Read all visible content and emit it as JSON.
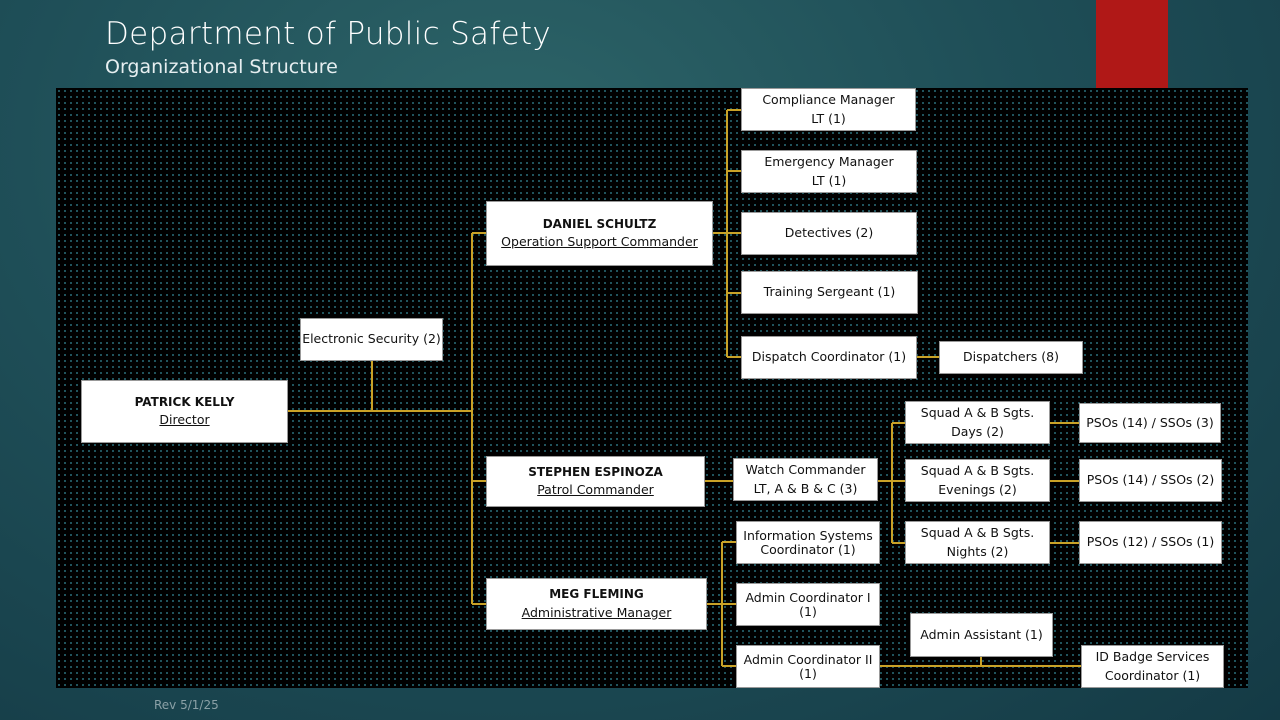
{
  "header": {
    "title": "Department of Public Safety",
    "subtitle": "Organizational Structure"
  },
  "footer": {
    "revision": "Rev 5/1/25"
  },
  "colors": {
    "connector": "#c9a227",
    "accent": "#b01817"
  },
  "org": {
    "director": {
      "name": "PATRICK KELLY",
      "role": "Director"
    },
    "electronic_security": "Electronic Security  (2)",
    "ops": {
      "name": "DANIEL SCHULTZ",
      "role": "Operation Support Commander",
      "compliance": [
        "Compliance Manager",
        "LT  (1)"
      ],
      "emergency": [
        "Emergency  Manager",
        "LT  (1)"
      ],
      "detectives": "Detectives  (2)",
      "training": "Training Sergeant  (1)",
      "dispatch": "Dispatch Coordinator (1)",
      "dispatchers": "Dispatchers  (8)"
    },
    "patrol": {
      "name": "STEPHEN ESPINOZA",
      "role": "Patrol Commander",
      "watch": [
        "Watch Commander",
        "LT, A & B & C (3)"
      ],
      "days": [
        "Squad  A & B Sgts.",
        "Days  (2)"
      ],
      "evenings": [
        "Squad  A & B Sgts.",
        "Evenings (2)"
      ],
      "nights": [
        "Squad  A & B Sgts.",
        "Nights (2)"
      ],
      "pso_days": "PSOs  (14)  /  SSOs  (3)",
      "pso_evenings": "PSOs  (14)  /  SSOs  (2)",
      "pso_nights": "PSOs  (12)  /  SSOs  (1)"
    },
    "admin": {
      "name": "MEG FLEMING",
      "role": "Administrative Manager",
      "infosys": [
        "Information Systems",
        "Coordinator (1)"
      ],
      "admin1": [
        "Admin Coordinator I",
        "(1)"
      ],
      "admin2": [
        "Admin Coordinator II",
        "(1)"
      ],
      "assistant": "Admin Assistant  (1)",
      "badge": [
        "ID Badge Services",
        "Coordinator (1)"
      ]
    }
  }
}
